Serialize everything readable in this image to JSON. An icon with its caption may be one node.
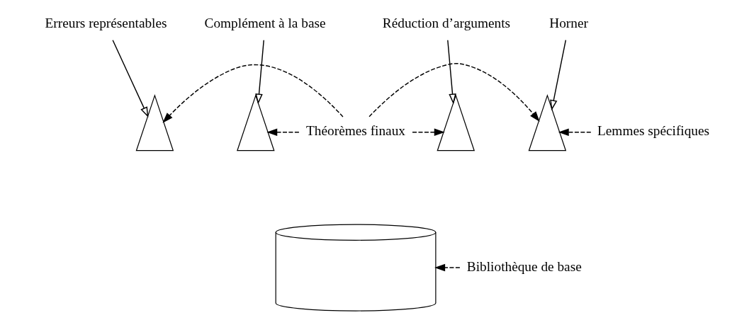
{
  "diagram": {
    "nodes": [
      {
        "text": [
          "Erreurs représentables"
        ]
      },
      {
        "text": [
          "Complément à la base"
        ]
      },
      {
        "text": [
          "Réduction d’arguments"
        ]
      },
      {
        "text": [
          "Horner"
        ]
      },
      {
        "text": [
          "Théorèmes finaux"
        ]
      },
      {
        "text": [
          "Lemmes spécifiques"
        ]
      },
      {
        "text": [
          "Bibliothèque de base"
        ]
      },
      {
        "text": [],
        "shape": "triangle"
      },
      {
        "text": [],
        "shape": "triangle"
      },
      {
        "text": [],
        "shape": "triangle"
      },
      {
        "text": [],
        "shape": "triangle"
      },
      {
        "text": [],
        "shape": "cylinder"
      }
    ],
    "edges": [
      {
        "from": 0,
        "to": 7,
        "arrow": "to"
      },
      {
        "from": 1,
        "to": 8,
        "arrow": "to"
      },
      {
        "from": 2,
        "to": 9,
        "arrow": "to"
      },
      {
        "from": 3,
        "to": 10,
        "arrow": "to"
      },
      {
        "from": 4,
        "to": 10,
        "arrow": "to",
        "style": "dashed"
      },
      {
        "from": 4,
        "to": 9,
        "arrow": "to",
        "style": "dashed"
      },
      {
        "from": 4,
        "to": 8,
        "arrow": "to",
        "style": "dashed"
      },
      {
        "from": 4,
        "to": 7,
        "arrow": "to",
        "style": "dashed"
      },
      {
        "from": 5,
        "to": 10,
        "arrow": "to",
        "style": "dashed"
      },
      {
        "from": 6,
        "to": 11,
        "arrow": "to",
        "style": "dashed"
      }
    ]
  }
}
